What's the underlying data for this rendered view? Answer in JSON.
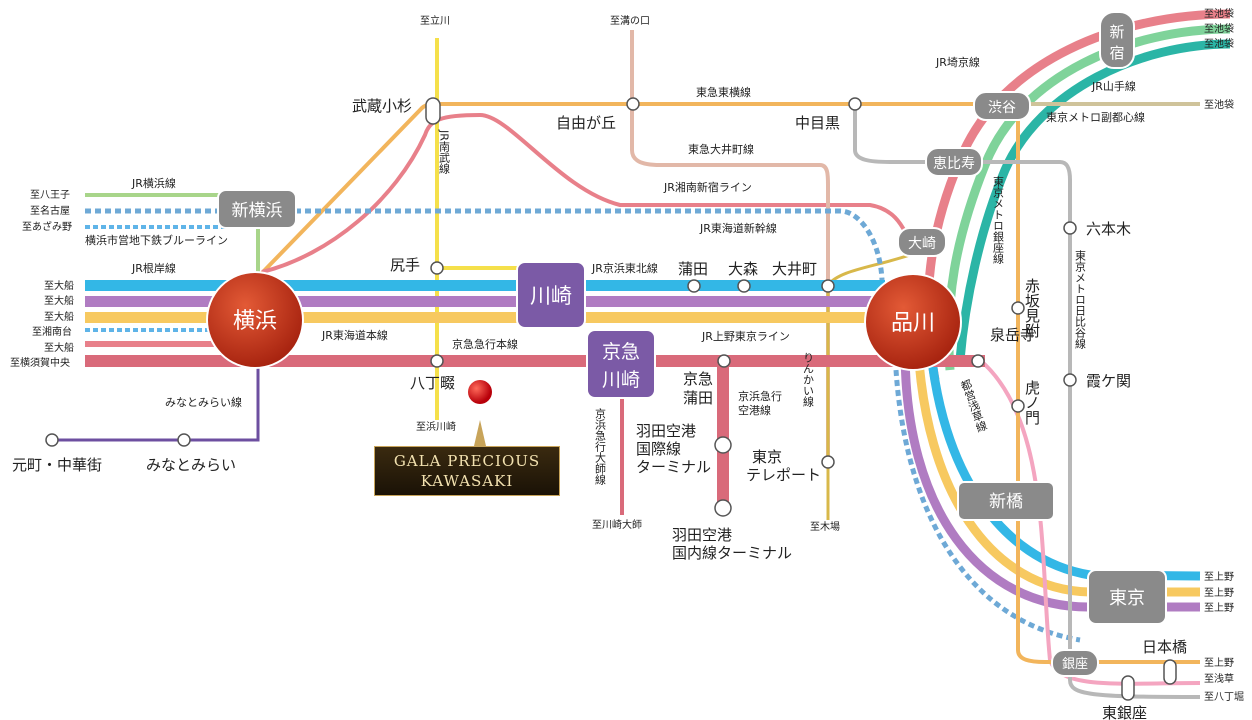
{
  "colors": {
    "jr_keihin_tohoku": "#33b7e6",
    "jr_yokosuka": "#b07cc2",
    "jr_tokaido": "#f7c960",
    "keikyu": "#d96a7a",
    "jr_yokohama": "#a8d58a",
    "blue_line_dashed": "#5fb4e8",
    "shinkansen_dashed": "#6ea9d6",
    "nanbu": "#f5e04a",
    "tokyu_toyoko": "#f2b55c",
    "yamanote": "#7fd39a",
    "saikyo": "#2bb5a6",
    "shonan_shinjuku": "#e8808a",
    "oimachi": "#e2b8a8",
    "meguro_gray": "#b8b8b8",
    "hub_red": "#c8381e",
    "hub_purple": "#7b5aa6",
    "hub_gray": "#8a8a8a"
  },
  "hubs": {
    "yokohama": "横浜",
    "shinagawa": "品川",
    "kawasaki": "川崎",
    "keikyu_kawasaki_1": "京急",
    "keikyu_kawasaki_2": "川崎",
    "shinyokohama": "新横浜",
    "shibuya": "渋谷",
    "ebisu": "恵比寿",
    "osaki": "大崎",
    "shimbashi": "新橋",
    "tokyo": "東京",
    "ginza": "銀座",
    "shinjuku_1": "新",
    "shinjuku_2": "宿"
  },
  "stations": {
    "musashikosugi": "武蔵小杉",
    "jiyugaoka": "自由が丘",
    "nakameguro": "中目黒",
    "shiriote": "尻手",
    "kamata": "蒲田",
    "omori": "大森",
    "oimachi": "大井町",
    "hatchonawate": "八丁畷",
    "motomachi": "元町・中華街",
    "minatomirai": "みなとみらい",
    "keikyu_kamata_1": "京急",
    "keikyu_kamata_2": "蒲田",
    "haneda_intl_1": "羽田空港",
    "haneda_intl_2": "国際線",
    "haneda_intl_3": "ターミナル",
    "haneda_dom_1": "羽田空港",
    "haneda_dom_2": "国内線ターミナル",
    "teleport_1": "東京",
    "teleport_2": "テレポート",
    "sengakuji": "泉岳寺",
    "akasakamitsuke": "赤坂見附",
    "toranomon": "虎ノ門",
    "roppongi": "六本木",
    "kasumigaseki": "霞ケ関",
    "nihombashi": "日本橋",
    "higashiginza": "東銀座"
  },
  "lines": {
    "jr_yokohama": "JR横浜線",
    "blue_line": "横浜市営地下鉄ブルーライン",
    "jr_negishi": "JR根岸線",
    "jr_tokaido": "JR東海道本線",
    "keikyu_main": "京急急行本線",
    "minatomirai_line": "みなとみらい線",
    "jr_keihin_tohoku": "JR京浜東北線",
    "jr_ueno_tokyo": "JR上野東京ライン",
    "jr_tokaido_shinkansen": "JR東海道新幹線",
    "jr_shonan_shinjuku": "JR湘南新宿ライン",
    "tokyu_toyoko": "東急東横線",
    "tokyu_oimachi": "東急大井町線",
    "jr_saikyo": "JR埼京線",
    "jr_yamanote": "JR山手線",
    "fukutoshin": "東京メトロ副都心線",
    "jr_nambu_v": "JR南武線",
    "ginza_line_v": "東京メトロ銀座線",
    "hibiya_line_v": "東京メトロ日比谷線",
    "rinkai_v": "りんかい線",
    "keikyu_airport_1": "京浜急行",
    "keikyu_airport_2": "空港線",
    "daishi_v": "京浜急行大師線",
    "asakusa_v": "都営浅草線"
  },
  "destinations": {
    "tachikawa": "至立川",
    "mizonokuchi": "至溝の口",
    "ikebukuro_1": "至池袋",
    "ikebukuro_2": "至池袋",
    "ikebukuro_3": "至池袋",
    "ikebukuro_4": "至池袋",
    "hachioji": "至八王子",
    "nagoya": "至名古屋",
    "azamino": "至あざみ野",
    "ofuna_1": "至大船",
    "ofuna_2": "至大船",
    "ofuna_3": "至大船",
    "shonandai": "至湘南台",
    "ofuna_4": "至大船",
    "yokosuka": "至横須賀中央",
    "hamakawasaki": "至浜川崎",
    "kawasakidaishi": "至川崎大師",
    "kiba": "至木場",
    "ueno_1": "至上野",
    "ueno_2": "至上野",
    "ueno_3": "至上野",
    "ueno_4": "至上野",
    "asakusa": "至浅草",
    "hatchobori": "至八丁堀"
  },
  "property": {
    "line1": "GALA PRECIOUS",
    "line2": "KAWASAKI"
  }
}
